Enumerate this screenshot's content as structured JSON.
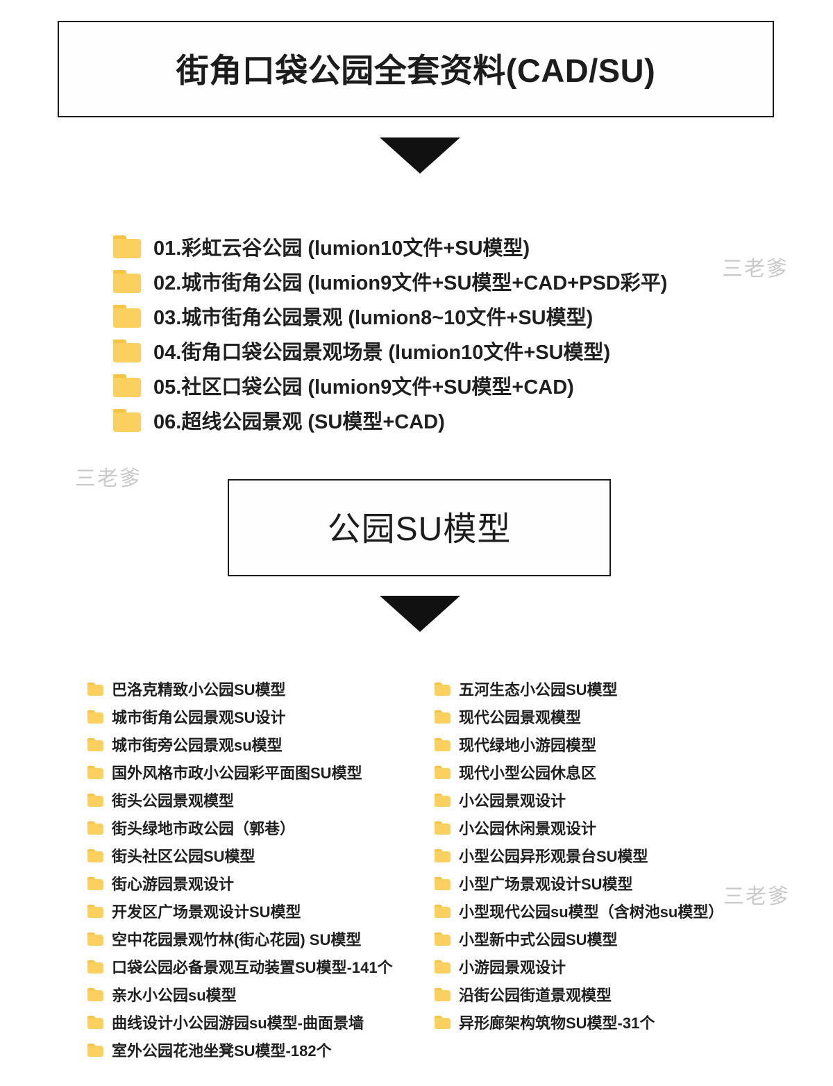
{
  "header": {
    "main_title": "街角口袋公园全套资料(CAD/SU)",
    "sub_title": "公园SU模型"
  },
  "icons": {
    "folder": "folder-icon",
    "arrow": "arrow-down-icon"
  },
  "colors": {
    "folder_body": "#fbd05e",
    "folder_tab": "#f7c342",
    "border": "#1a1a1a",
    "arrow": "#111111",
    "text": "#1f1f1f",
    "watermark": "#c9c9c9",
    "background": "#ffffff"
  },
  "top_folders": [
    {
      "label": "01.彩虹云谷公园  (lumion10文件+SU模型)"
    },
    {
      "label": "02.城市街角公园  (lumion9文件+SU模型+CAD+PSD彩平)"
    },
    {
      "label": "03.城市街角公园景观  (lumion8~10文件+SU模型)"
    },
    {
      "label": "04.街角口袋公园景观场景  (lumion10文件+SU模型)"
    },
    {
      "label": "05.社区口袋公园  (lumion9文件+SU模型+CAD)"
    },
    {
      "label": "06.超线公园景观  (SU模型+CAD)"
    }
  ],
  "model_folders_left": [
    {
      "label": "巴洛克精致小公园SU模型"
    },
    {
      "label": "城市街角公园景观SU设计"
    },
    {
      "label": "城市街旁公园景观su模型"
    },
    {
      "label": "国外风格市政小公园彩平面图SU模型"
    },
    {
      "label": "街头公园景观模型"
    },
    {
      "label": "街头绿地市政公园（郭巷）"
    },
    {
      "label": "街头社区公园SU模型"
    },
    {
      "label": "街心游园景观设计"
    },
    {
      "label": "开发区广场景观设计SU模型"
    },
    {
      "label": "空中花园景观竹林(街心花园) SU模型"
    },
    {
      "label": "口袋公园必备景观互动装置SU模型-141个"
    },
    {
      "label": "亲水小公园su模型"
    },
    {
      "label": "曲线设计小公园游园su模型-曲面景墙"
    },
    {
      "label": "室外公园花池坐凳SU模型-182个"
    }
  ],
  "model_folders_right": [
    {
      "label": "五河生态小公园SU模型"
    },
    {
      "label": "现代公园景观模型"
    },
    {
      "label": "现代绿地小游园模型"
    },
    {
      "label": "现代小型公园休息区"
    },
    {
      "label": "小公园景观设计"
    },
    {
      "label": "小公园休闲景观设计"
    },
    {
      "label": "小型公园异形观景台SU模型"
    },
    {
      "label": "小型广场景观设计SU模型"
    },
    {
      "label": "小型现代公园su模型（含树池su模型）"
    },
    {
      "label": "小型新中式公园SU模型"
    },
    {
      "label": "小游园景观设计"
    },
    {
      "label": "沿街公园街道景观模型"
    },
    {
      "label": "异形廊架构筑物SU模型-31个"
    }
  ],
  "watermarks": [
    {
      "text": "三老爹"
    },
    {
      "text": "三老爹"
    },
    {
      "text": "三老爹"
    }
  ]
}
